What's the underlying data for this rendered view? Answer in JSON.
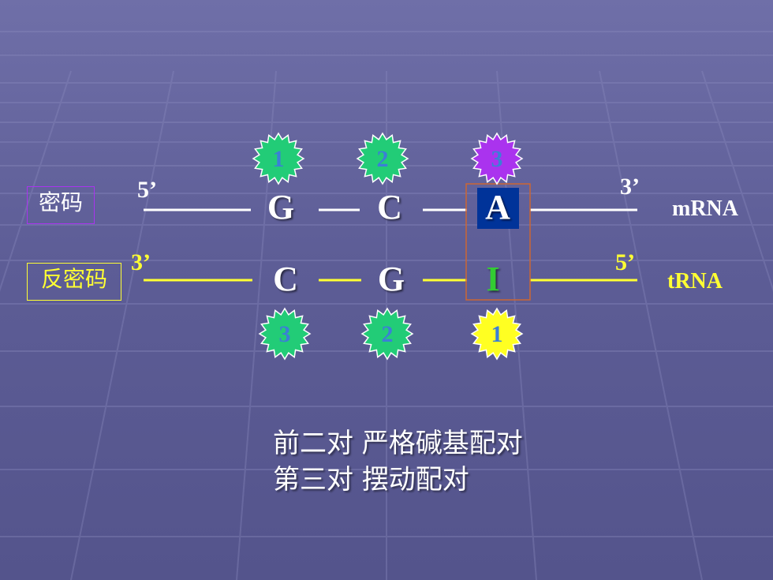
{
  "codon_label": "密码",
  "anticodon_label": "反密码",
  "mrna": {
    "label": "mRNA",
    "left_end": "5’",
    "right_end": "3’",
    "bases": [
      "G",
      "C",
      "A"
    ],
    "badges": [
      "1",
      "2",
      "3"
    ]
  },
  "trna": {
    "label": "tRNA",
    "left_end": "3’",
    "right_end": "5’",
    "bases": [
      "C",
      "G",
      "I"
    ],
    "badges": [
      "3",
      "2",
      "1"
    ]
  },
  "notes": [
    "前二对  严格碱基配对",
    "第三对  摆动配对"
  ],
  "colors": {
    "mrna_line": "#ffffff",
    "trna_line": "#ffff33",
    "badge_green": "#22cc77",
    "badge_purple": "#aa33ee",
    "badge_yellow": "#ffff22",
    "badge_text": "#3b7fd6",
    "highlight_base_bg": "#003399",
    "wobble_box": "#cc6633",
    "trna_I": "#33cc33"
  }
}
